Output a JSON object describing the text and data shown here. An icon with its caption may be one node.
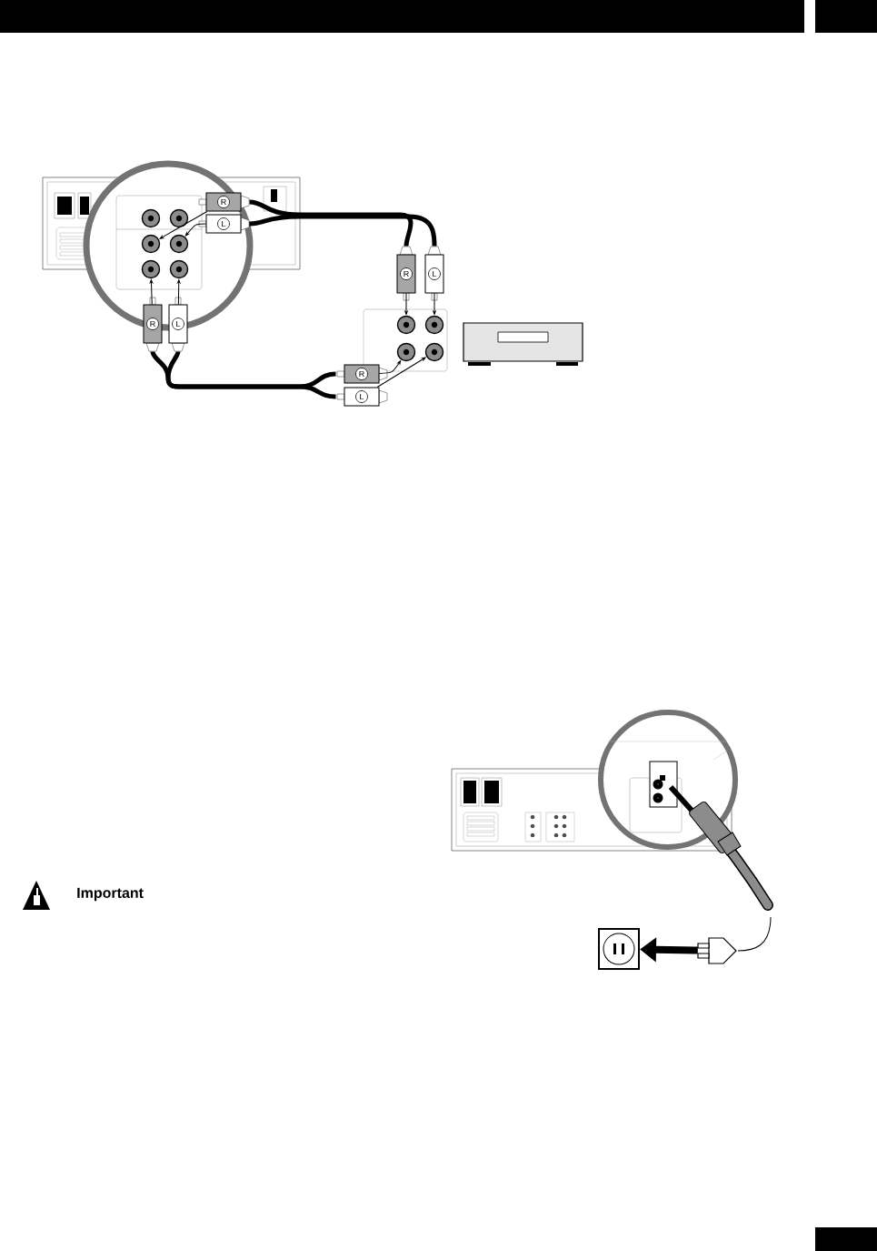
{
  "diagram": {
    "nodes": [
      {
        "text": [
          "R"
        ]
      },
      {
        "text": [
          "L"
        ]
      },
      {
        "text": [
          "R"
        ]
      },
      {
        "text": [
          "L"
        ]
      },
      {
        "text": [
          "R"
        ]
      },
      {
        "text": [
          "L"
        ]
      },
      {
        "text": [
          "R"
        ]
      },
      {
        "text": [
          "L"
        ]
      },
      {
        "text": [],
        "shape": "circle"
      },
      {
        "text": [],
        "shape": "circle"
      },
      {
        "text": [],
        "shape": "circle"
      },
      {
        "text": [],
        "shape": "circle"
      },
      {
        "text": [],
        "shape": "circle"
      },
      {
        "text": [],
        "shape": "circle"
      },
      {
        "text": [],
        "shape": "circle"
      },
      {
        "text": [],
        "shape": "circle"
      },
      {
        "text": [],
        "shape": "circle"
      },
      {
        "text": [],
        "shape": "circle"
      },
      {
        "text": [],
        "shape": "outlet"
      },
      {
        "text": [],
        "shape": "plug"
      }
    ],
    "edges": [
      {
        "from": 0,
        "to": 10,
        "arrow": "to"
      },
      {
        "from": 1,
        "to": 11,
        "arrow": "to"
      },
      {
        "from": 4,
        "to": 12,
        "arrow": "to"
      },
      {
        "from": 5,
        "to": 13,
        "arrow": "to"
      },
      {
        "from": 2,
        "to": 14,
        "arrow": "to"
      },
      {
        "from": 3,
        "to": 15,
        "arrow": "to"
      },
      {
        "from": 6,
        "to": 16,
        "arrow": "to"
      },
      {
        "from": 7,
        "to": 17,
        "arrow": "to"
      },
      {
        "from": 0,
        "to": 2,
        "arrow": "none",
        "style": "thick"
      },
      {
        "from": 1,
        "to": 3,
        "arrow": "none",
        "style": "thick"
      },
      {
        "from": 4,
        "to": 6,
        "arrow": "none",
        "style": "thick"
      },
      {
        "from": 5,
        "to": 7,
        "arrow": "none",
        "style": "thick"
      },
      {
        "from": 19,
        "to": 18,
        "arrow": "to",
        "style": "thick"
      }
    ],
    "labels": [
      "Important"
    ]
  }
}
